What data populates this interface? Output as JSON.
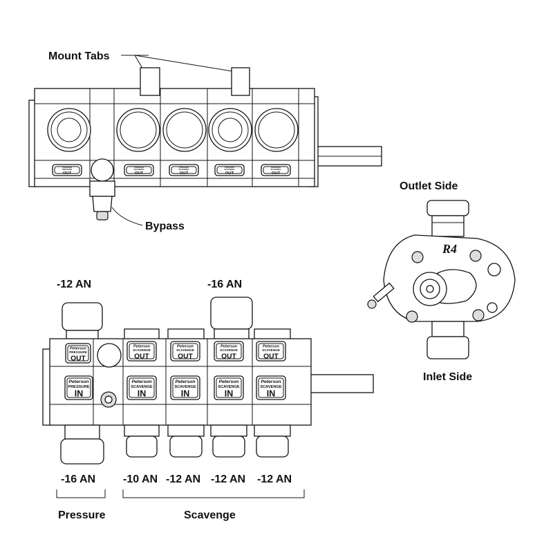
{
  "labels": {
    "mount_tabs": "Mount Tabs",
    "bypass": "Bypass",
    "outlet_side": "Outlet Side",
    "inlet_side": "Inlet Side",
    "top_fitting_left": "-12 AN",
    "top_fitting_mid": "-16 AN",
    "bottom_fittings": [
      "-16 AN",
      "-10 AN",
      "-12 AN",
      "-12 AN",
      "-12 AN"
    ],
    "pressure": "Pressure",
    "scavenge": "Scavenge"
  },
  "badges": {
    "logo_text": "Peterson",
    "pressure": "PRESSURE",
    "scavenge": "SCAVENGE",
    "out": "OUT",
    "in": "IN"
  },
  "colors": {
    "line": "#111111",
    "background": "#ffffff"
  }
}
